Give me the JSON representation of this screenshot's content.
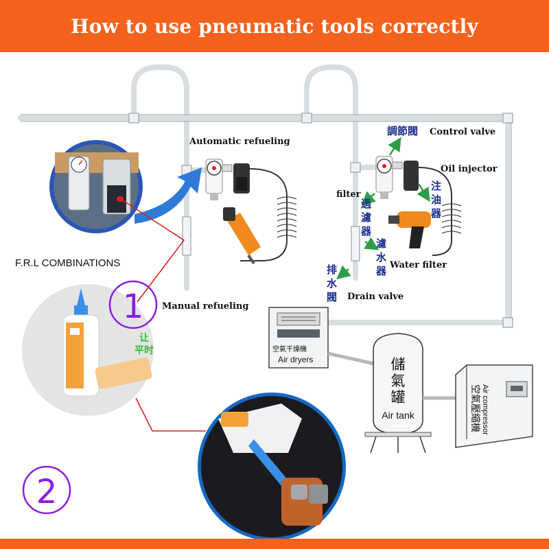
{
  "title": "How to use pneumatic tools correctly",
  "colors": {
    "banner": "#f4621d",
    "pipe": "#d8dde0",
    "arrow_green": "#2e9e46",
    "arrow_blue": "#2f7ad6",
    "callout_red": "#e02020",
    "number_purple": "#8a1ee0",
    "cn_text": "#1a2c8c"
  },
  "labels": {
    "frl_combinations": "F.R.L COMBINATIONS",
    "automatic_refueling": "Automatic refueling",
    "manual_refueling": "Manual refueling",
    "control_valve": "Control valve",
    "control_valve_cn": "調節閥",
    "oil_injector": "Oil injector",
    "oil_injector_cn": [
      "注",
      "油",
      "器"
    ],
    "filter": "filter",
    "filter_cn": [
      "過",
      "濾",
      "器"
    ],
    "water_filter": "Water filter",
    "water_filter_cn": [
      "濾",
      "水",
      "器"
    ],
    "drain_valve": "Drain valve",
    "drain_valve_cn": [
      "排",
      "水",
      "閥"
    ],
    "air_dryers": "Air dryers",
    "air_dryers_cn": "空氣干燥機",
    "air_tank": "Air tank",
    "air_tank_cn": [
      "儲",
      "氣",
      "罐"
    ],
    "air_compressor": "Air compressor",
    "air_compressor_cn": "空氣壓縮機"
  },
  "steps": [
    "1",
    "2"
  ],
  "bottle_text": [
    "让",
    "平时"
  ],
  "icons": [
    "frl-unit-icon",
    "pneumatic-screwdriver-icon",
    "impact-wrench-icon",
    "oil-bottle-icon",
    "air-dryer-icon",
    "air-tank-icon",
    "air-compressor-icon"
  ]
}
